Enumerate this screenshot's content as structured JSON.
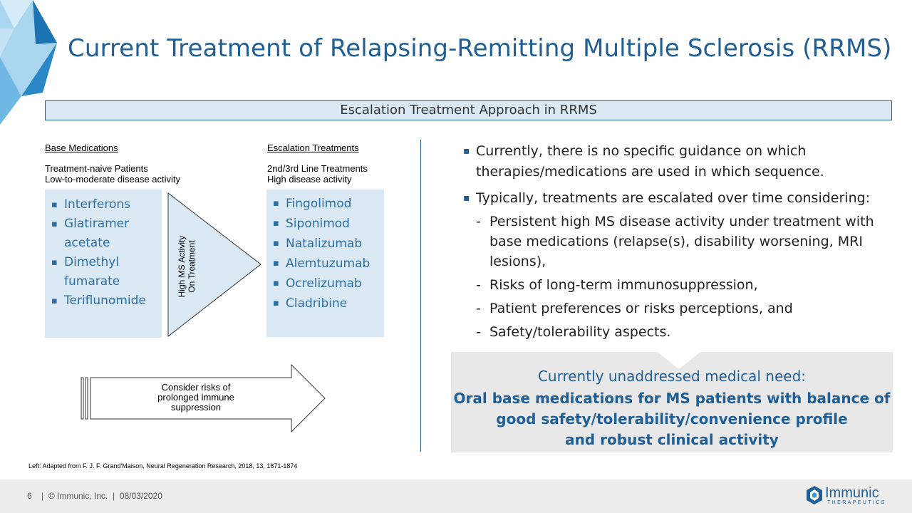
{
  "slide": {
    "title": "Current Treatment of Relapsing-Remitting Multiple Sclerosis (RRMS)",
    "banner": "Escalation Treatment Approach in RRMS"
  },
  "base": {
    "heading": "Base Medications",
    "sub1": "Treatment-naive Patients",
    "sub2": "Low-to-moderate disease activity",
    "items": [
      "Interferons",
      "Glatiramer acetate",
      "Dimethyl fumarate",
      "Teriflunomide"
    ]
  },
  "arrow": {
    "line1": "High MS Activity",
    "line2": "On Treatment"
  },
  "escalation": {
    "heading": "Escalation Treatments",
    "sub1": "2nd/3rd Line Treatments",
    "sub2": "High disease activity",
    "items": [
      "Fingolimod",
      "Siponimod",
      "Natalizumab",
      "Alemtuzumab",
      "Ocrelizumab",
      "Cladribine"
    ]
  },
  "risk_arrow": {
    "line1": "Consider risks of",
    "line2": "prolonged immune",
    "line3": "suppression"
  },
  "bullets": {
    "b1": "Currently, there is no specific guidance on which therapies/medications are used in which sequence.",
    "b2": "Typically, treatments are escalated over time considering:",
    "subs": [
      "Persistent high MS disease activity under treatment with base medications (relapse(s), disability worsening, MRI lesions),",
      "Risks of long-term immunosuppression,",
      "Patient preferences or risks perceptions, and",
      "Safety/tolerability aspects."
    ]
  },
  "need": {
    "line1": "Currently unaddressed medical need:",
    "line2": "Oral base medications for MS patients with balance of",
    "line3": "good safety/tolerability/convenience profile",
    "line4": "and robust clinical activity"
  },
  "footnote": "Left: Adapted from F. J. F. Grand'Maison, Neural Regeneration Research, 2018, 13, 1871-1874",
  "footer": {
    "page": "6",
    "company": "© Immunic, Inc.",
    "date": "08/03/2020",
    "sep": "|"
  },
  "logo": {
    "name": "Immunic",
    "tagline": "THERAPEUTICS",
    "icon": "hexagon-logo-icon"
  },
  "colors": {
    "brand_blue": "#1f5f96",
    "light_blue": "#dbe9f5",
    "gray_box": "#e8e8e8"
  }
}
